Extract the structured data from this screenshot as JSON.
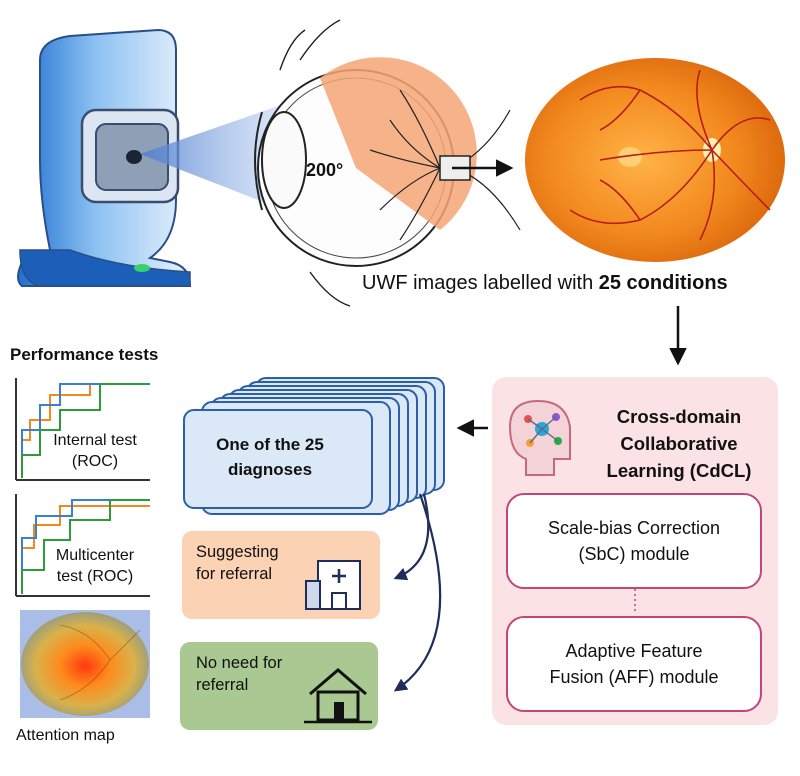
{
  "eye": {
    "angle_label": "200°"
  },
  "uwf_caption": {
    "prefix": "UWF images labelled with ",
    "emphasis": "25 conditions"
  },
  "performance": {
    "title": "Performance tests",
    "internal_label": "Internal test\n(ROC)",
    "multicenter_label": "Multicenter\ntest (ROC)",
    "attention_label": "Attention map"
  },
  "diagnosis": {
    "label": "One of the 25\ndiagnoses"
  },
  "referral": {
    "label": "Suggesting\nfor referral"
  },
  "no_referral": {
    "label": "No need for\nreferral"
  },
  "cdcl": {
    "title": "Cross-domain\nCollaborative\nLearning (CdCL)",
    "sbc_module": "Scale-bias Correction\n(SbC) module",
    "aff_module": "Adaptive Feature\nFusion (AFF) module"
  },
  "colors": {
    "device_blue": "#2f80d8",
    "fundus_orange": "#f08a1e",
    "cdcl_panel": "#fbe3e5",
    "module_border": "#c2467a",
    "referral_fill": "#fcd2b4",
    "no_referral_fill": "#a9c892",
    "diagnosis_fill": "#dbe8f7",
    "arrow_navy": "#1f2d5a"
  },
  "icons": [
    "fundus-camera-icon",
    "eye-anatomy-icon",
    "fundus-image-icon",
    "brain-network-icon",
    "hospital-icon",
    "house-icon"
  ]
}
